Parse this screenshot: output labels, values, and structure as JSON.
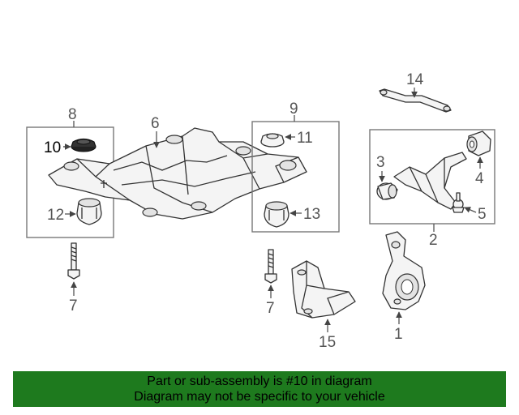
{
  "callouts": {
    "c1": "1",
    "c2": "2",
    "c3": "3",
    "c4": "4",
    "c5": "5",
    "c6": "6",
    "c7a": "7",
    "c7b": "7",
    "c8": "8",
    "c9": "9",
    "c10": "10",
    "c11": "11",
    "c12": "12",
    "c13": "13",
    "c14": "14",
    "c15": "15"
  },
  "highlight_color": "#1e7a1e",
  "banner": {
    "line1": "Part or sub-assembly is #10 in diagram",
    "line2": "Diagram may not be specific to your vehicle"
  }
}
